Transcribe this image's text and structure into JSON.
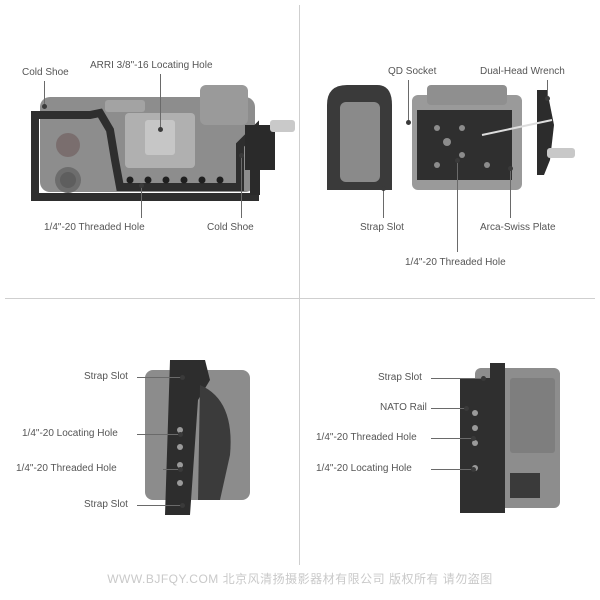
{
  "panels": {
    "top_left": {
      "labels": {
        "cold_shoe_left": "Cold Shoe",
        "arri_hole": "ARRI 3/8\"-16 Locating Hole",
        "threaded_hole": "1/4\"-20 Threaded Hole",
        "cold_shoe_right": "Cold Shoe"
      }
    },
    "top_right": {
      "labels": {
        "qd_socket": "QD Socket",
        "wrench": "Dual-Head Wrench",
        "strap_slot": "Strap Slot",
        "arca_plate": "Arca-Swiss Plate",
        "threaded_hole": "1/4\"-20 Threaded Hole"
      }
    },
    "bottom_left": {
      "labels": {
        "strap_slot_top": "Strap Slot",
        "locating_hole": "1/4\"-20 Locating Hole",
        "threaded_hole": "1/4\"-20 Threaded Hole",
        "strap_slot_bottom": "Strap Slot"
      }
    },
    "bottom_right": {
      "labels": {
        "strap_slot": "Strap Slot",
        "nato_rail": "NATO Rail",
        "threaded_hole": "1/4\"-20 Threaded Hole",
        "locating_hole": "1/4\"-20 Locating Hole"
      }
    }
  },
  "watermark": "WWW.BJFQY.COM 北京风清扬摄影器材有限公司 版权所有 请勿盗图",
  "colors": {
    "cage": "#2f2f2f",
    "camera": "#8c8c8c",
    "line": "#6a6a6a",
    "divider": "#cfcfcf"
  }
}
